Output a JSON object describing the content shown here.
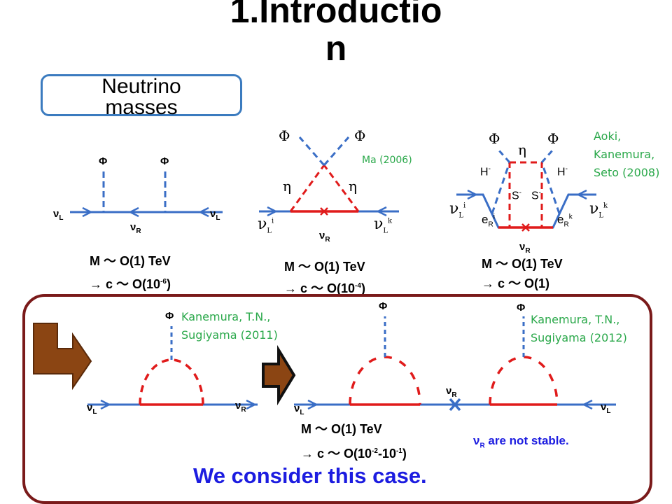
{
  "title": {
    "line1": "1.Introductio",
    "line2": "n"
  },
  "topic": {
    "line1": "Neutrino",
    "line2": "masses"
  },
  "diagram1": {
    "phi_left": "Φ",
    "phi_right": "Φ",
    "nuL_left": "ν",
    "nuL_left_sub": "L",
    "nuL_right": "ν",
    "nuL_right_sub": "L",
    "nuR": "ν",
    "nuR_sub": "R",
    "mass": "M ～ O(1) TeV",
    "coupling_prefix": "→ c ～ O(10",
    "coupling_exp": "-6",
    "coupling_suffix": ")"
  },
  "diagram2": {
    "citation": "Ma (2006)",
    "phi_left": "Φ",
    "phi_right": "Φ",
    "eta_left": "η",
    "eta_right": "η",
    "nuL_left": "ν",
    "nuL_left_sub": "L",
    "nuL_left_sup": "i",
    "nuL_right": "ν",
    "nuL_right_sub": "L",
    "nuL_right_sup": "k",
    "nuR": "ν",
    "nuR_sub": "R",
    "mass": "M ～ O(1) TeV",
    "coupling_prefix": "→ c ～ O(10",
    "coupling_exp": "-4",
    "coupling_suffix": ")"
  },
  "diagram3": {
    "citation_l1": "Aoki,",
    "citation_l2": "Kanemura,",
    "citation_l3": "Seto (2008)",
    "phi_left": "Φ",
    "eta": "η",
    "phi_right": "Φ",
    "hminus_left": "H",
    "hminus_right": "H",
    "minus": "-",
    "s_left": "S",
    "s_right": "S",
    "nuL_left": "ν",
    "nuL_left_sub": "L",
    "nuL_left_sup": "i",
    "nuL_right": "ν",
    "nuL_right_sub": "L",
    "nuL_right_sup": "k",
    "eR_left": "e",
    "eR_left_sub": "R",
    "eR_left_sup": "i",
    "eR_right": "e",
    "eR_right_sub": "R",
    "eR_right_sup": "k",
    "nuR": "ν",
    "nuR_sub": "R",
    "mass": "M ～ O(1) TeV",
    "coupling": "→ c ～ O(1)"
  },
  "diagram4": {
    "citation_l1": "Kanemura, T.N.,",
    "citation_l2": "Sugiyama (2011)",
    "phi": "Φ",
    "nuL": "ν",
    "nuL_sub": "L",
    "nuR": "ν",
    "nuR_sub": "R"
  },
  "diagram5": {
    "citation_l1": "Kanemura, T.N.,",
    "citation_l2": "Sugiyama (2012)",
    "phi_left": "Φ",
    "phi_right": "Φ",
    "nuL_left": "ν",
    "nuL_left_sub": "L",
    "nuL_right": "ν",
    "nuL_right_sub": "L",
    "nuR": "ν",
    "nuR_sub": "R",
    "mass": "M ～ O(1) TeV",
    "coupling_prefix": "→ c ～ O(10",
    "coupling_exp1": "-2",
    "coupling_mid": "-10",
    "coupling_exp2": "-1",
    "coupling_suffix": ")",
    "not_stable_nu": "ν",
    "not_stable_sub": "R",
    "not_stable_text": " are not stable."
  },
  "conclusion": "We consider this case.",
  "colors": {
    "blue_line": "#3a6ec6",
    "red_line": "#e01b1b",
    "frame": "#7a1a1a",
    "arrow": "#8b4513",
    "emphasis": "#1c1ce0",
    "citation": "#2aa84a"
  }
}
